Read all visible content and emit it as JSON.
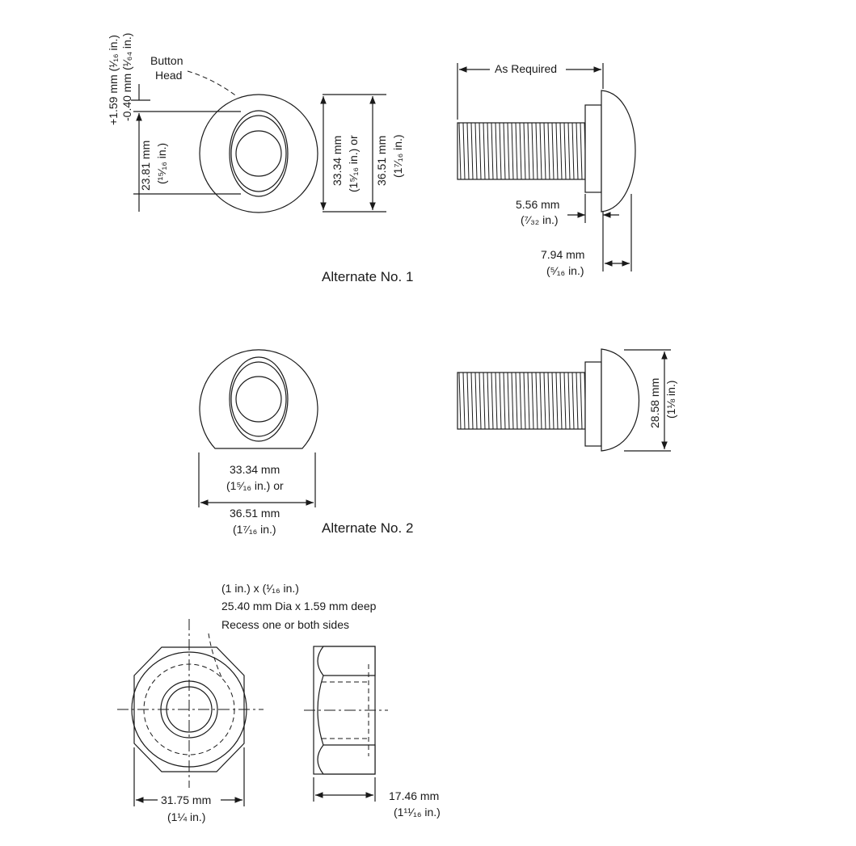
{
  "alt1": {
    "tol_plus_mm": "+1.59 mm",
    "tol_plus_in": "(¹⁄₁₆ in.)",
    "tol_minus_mm": "-0.40 mm",
    "tol_minus_in": "(¹⁄₆₄ in.)",
    "button_head_line1": "Button",
    "button_head_line2": "Head",
    "inner_dia_mm": "23.81 mm",
    "inner_dia_in": "(¹⁵⁄₁₆ in.)",
    "head_dia_a_mm": "33.34 mm",
    "head_dia_a_in": "(1⁵⁄₁₆ in.) or",
    "head_dia_b_mm": "36.51 mm",
    "head_dia_b_in": "(1⁷⁄₁₆ in.)",
    "length_label": "As Required",
    "flange_mm": "5.56 mm",
    "flange_in": "(⁷⁄₃₂ in.)",
    "head_height_mm": "7.94 mm",
    "head_height_in": "(⁵⁄₁₆ in.)",
    "caption": "Alternate No. 1"
  },
  "alt2": {
    "head_dia_a_mm": "33.34 mm",
    "head_dia_a_in": "(1⁵⁄₁₆ in.) or",
    "head_dia_b_mm": "36.51 mm",
    "head_dia_b_in": "(1⁷⁄₁₆ in.)",
    "head_height_mm": "28.58 mm",
    "head_height_in": "(1⅛ in.)",
    "caption": "Alternate No. 2"
  },
  "nut": {
    "recess_line1": "(1 in.) x (¹⁄₁₆ in.)",
    "recess_line2": "25.40 mm Dia x 1.59 mm deep",
    "recess_line3": "Recess one or both sides",
    "width_mm": "31.75 mm",
    "width_in": "(1¼ in.)",
    "thickness_mm": "17.46 mm",
    "thickness_in": "(1¹¹⁄₁₆ in.)"
  }
}
